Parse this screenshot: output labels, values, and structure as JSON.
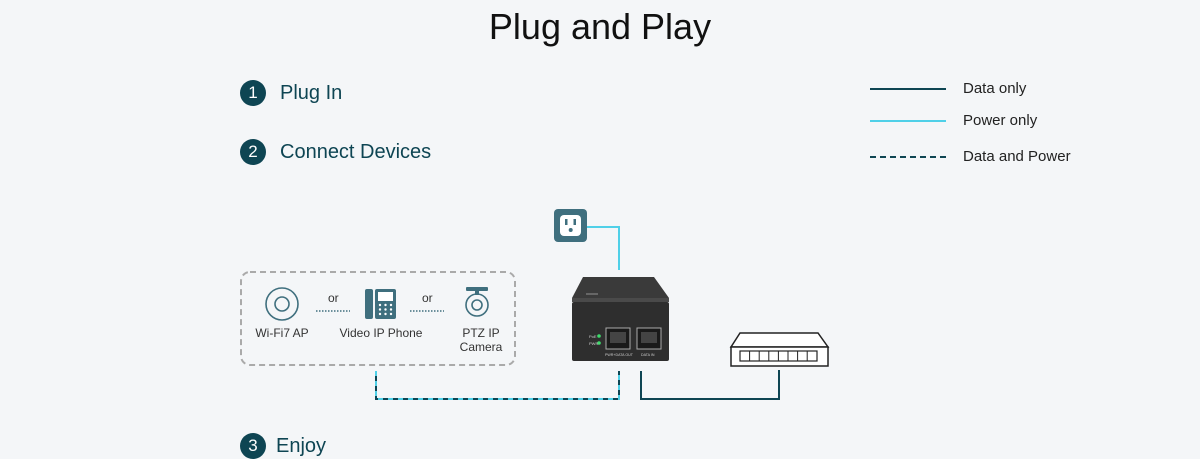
{
  "title": "Plug and Play",
  "steps": [
    {
      "number": "1",
      "label": "Plug In"
    },
    {
      "number": "2",
      "label": "Connect Devices"
    },
    {
      "number": "3",
      "label": "Enjoy"
    }
  ],
  "legend": [
    {
      "label": "Data only",
      "color": "#0e4553",
      "style": "solid"
    },
    {
      "label": "Power only",
      "color": "#4fd0e8",
      "style": "solid"
    },
    {
      "label": "Data and Power",
      "color": "#0e4553",
      "style": "dashed"
    }
  ],
  "devices": {
    "ap": "Wi-Fi7 AP",
    "phone": "Video IP Phone",
    "camera_line1": "PTZ IP",
    "camera_line2": "Camera",
    "or": "or"
  },
  "injector": {
    "led1": "PoE",
    "led2": "PWR",
    "port_out": "PWR+DATA OUT",
    "port_in": "DATA IN"
  },
  "icons": {
    "outlet": "power-outlet-icon",
    "ap": "wifi-access-point-icon",
    "phone": "ip-phone-icon",
    "camera": "ptz-camera-icon",
    "switch": "network-switch-icon",
    "injector": "poe-injector-icon"
  }
}
